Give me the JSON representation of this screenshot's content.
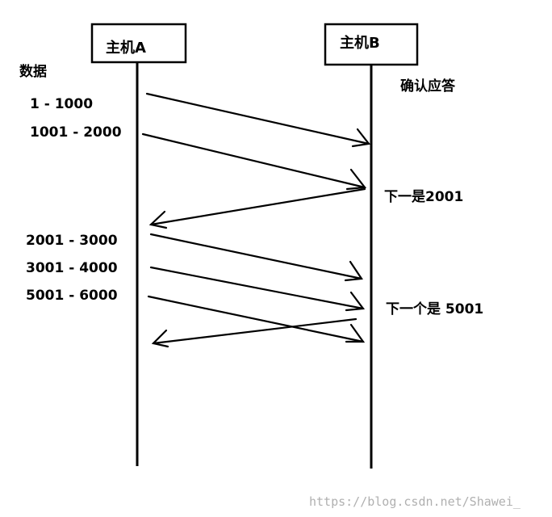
{
  "hosts": {
    "a": {
      "label": "主机A"
    },
    "b": {
      "label": "主机B"
    }
  },
  "labels": {
    "data_heading": "数据",
    "ack_heading": "确认应答",
    "seg_1": "1 - 1000",
    "seg_2": "1001 - 2000",
    "seg_3": "2001 - 3000",
    "seg_4": "3001 - 4000",
    "seg_5": "5001 - 6000",
    "ack_1": "下一是2001",
    "ack_2": "下一个是 5001"
  },
  "watermark": "https://blog.csdn.net/Shawei_",
  "colors": {
    "line": "#000000",
    "watermark": "#b0b0b0"
  }
}
